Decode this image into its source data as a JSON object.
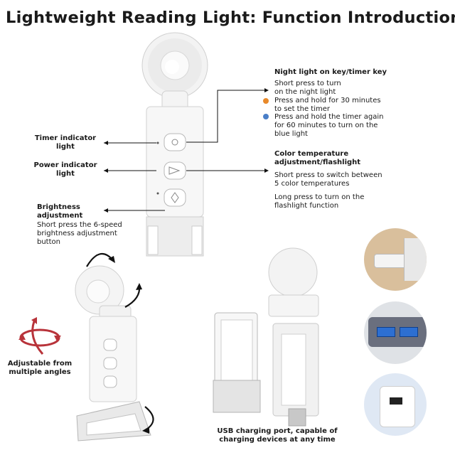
{
  "title": "Lightweight Reading Light: Function Introduction",
  "left_labels": {
    "timer_indicator": [
      "Timer indicator",
      "light"
    ],
    "power_indicator": [
      "Power indicator",
      "light"
    ],
    "brightness_title": [
      "Brightness",
      "adjustment"
    ],
    "brightness_desc": [
      "Short press the 6-speed",
      "brightness adjustment",
      "button"
    ]
  },
  "right_labels": {
    "night_title": "Night light on key/timer key",
    "night_short": [
      "Short press to turn",
      "on the night light"
    ],
    "night_30": [
      "Press and hold for 30 minutes",
      "to set the timer"
    ],
    "night_60": [
      "Press and hold the timer again",
      "for 60 minutes to turn on the",
      "blue light"
    ],
    "color_title": [
      "Color temperature",
      "adjustment/flashlight"
    ],
    "color_short": [
      "Short press to switch between",
      "5 color temperatures"
    ],
    "color_long": [
      "Long press to turn on the",
      "flashlight function"
    ]
  },
  "angles_label": [
    "Adjustable from",
    "multiple angles"
  ],
  "usb_label": [
    "USB charging port, capable of",
    "charging devices at any time"
  ],
  "colors": {
    "orange_dot": "#e8892a",
    "blue_dot": "#4a7fc8",
    "rotate_arrow": "#b8333a"
  },
  "icons": [
    "sun-icon",
    "flashlight-icon",
    "brightness-icon",
    "rotate-arrows-icon",
    "usb-port-icon"
  ]
}
